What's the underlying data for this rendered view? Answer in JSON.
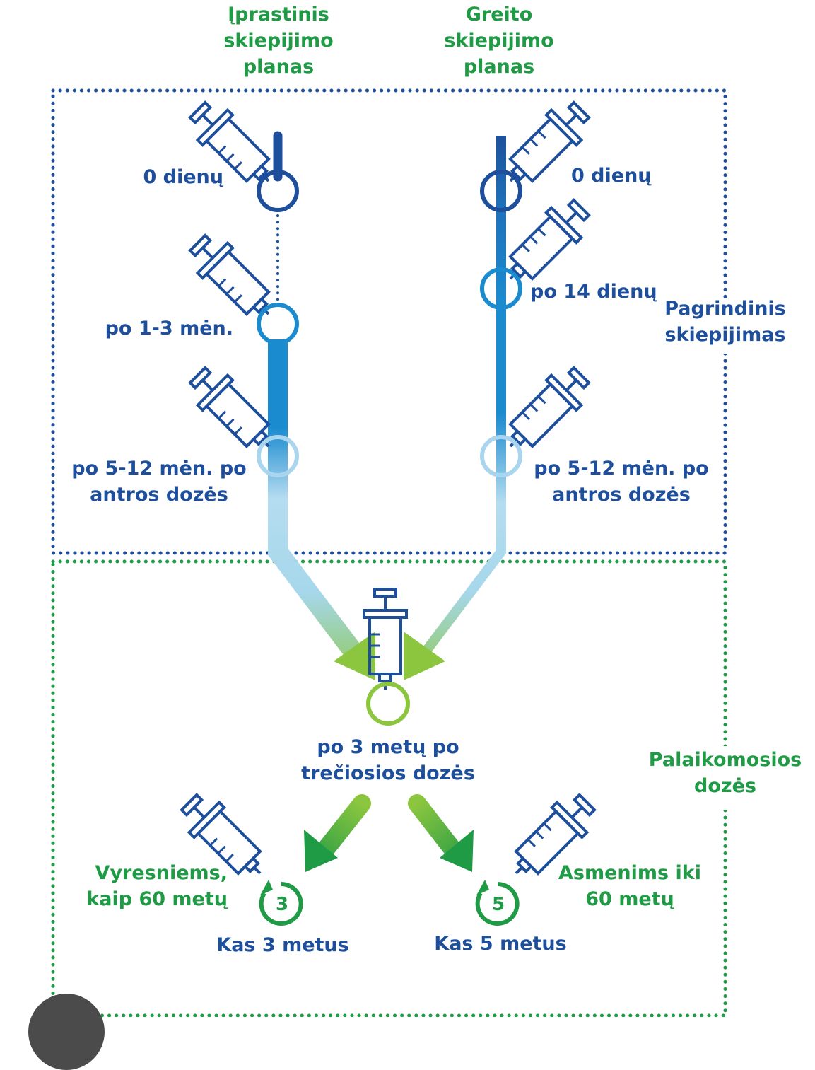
{
  "header": {
    "standard_plan": [
      "Įprastinis",
      "skiepijimo",
      "planas"
    ],
    "rapid_plan": [
      "Greito",
      "skiepijimo",
      "planas"
    ]
  },
  "sections": {
    "primary": [
      "Pagrindinis",
      "skiepijimas"
    ],
    "booster": [
      "Palaikomosios",
      "dozės"
    ]
  },
  "standard_steps": [
    {
      "label": [
        "0 dienų"
      ]
    },
    {
      "label": [
        "po 1-3 mėn."
      ]
    },
    {
      "label": [
        "po 5-12 mėn. po",
        "antros dozės"
      ]
    }
  ],
  "rapid_steps": [
    {
      "label": [
        "0 dienų"
      ]
    },
    {
      "label": [
        "po 14 dienų"
      ]
    },
    {
      "label": [
        "po 5-12 mėn. po",
        "antros dozės"
      ]
    }
  ],
  "booster_step": {
    "label": [
      "po 3 metų po",
      "trečiosios dozės"
    ]
  },
  "boosters": [
    {
      "group": [
        "Vyresniems,",
        "kaip 60 metų"
      ],
      "interval": "3",
      "caption": "Kas 3 metus"
    },
    {
      "group": [
        "Asmenims iki",
        "60 metų"
      ],
      "interval": "5",
      "caption": "Kas 5 metus"
    }
  ],
  "colors": {
    "dark_blue": "#1e4f9c",
    "mid_blue": "#1b8bd0",
    "light_blue": "#9fd0ec",
    "lime_green": "#8cc63f",
    "green": "#1f9a45"
  }
}
